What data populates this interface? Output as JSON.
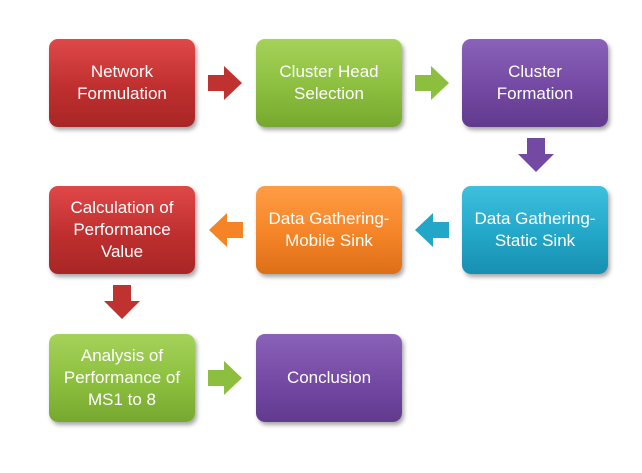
{
  "nodes": {
    "network_formulation": "Network Formulation",
    "cluster_head_selection": "Cluster Head Selection",
    "cluster_formation": "Cluster Formation",
    "data_gathering_static": "Data Gathering-Static Sink",
    "data_gathering_mobile": "Data Gathering-Mobile Sink",
    "calculation_performance": "Calculation of Performance Value",
    "analysis_performance": "Analysis of Performance of MS1 to 8",
    "conclusion": "Conclusion"
  },
  "colors": {
    "red": "#c0322f",
    "green": "#8cbf3e",
    "purple": "#7449a3",
    "cyan": "#23a7c9",
    "orange": "#f58427"
  }
}
